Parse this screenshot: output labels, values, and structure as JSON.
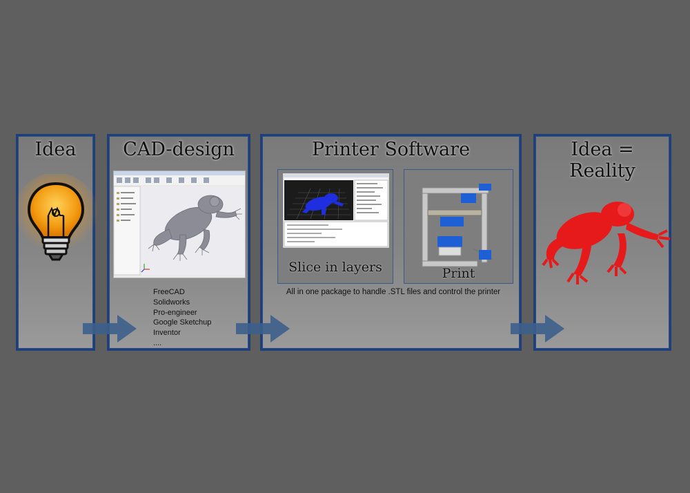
{
  "panels": {
    "idea": {
      "title": "Idea"
    },
    "cad": {
      "title": "CAD-design"
    },
    "software": {
      "title": "Printer Software"
    },
    "reality": {
      "title": "Idea = Reality"
    }
  },
  "cad_software": [
    "FreeCAD",
    "Solidworks",
    "Pro-engineer",
    "Google Sketchup",
    "Inventor",
    "...."
  ],
  "captions": {
    "slice": "Slice in layers",
    "print": "Print"
  },
  "software_note": "All in one package to handle .STL files and control the printer",
  "colors": {
    "background": "#5f5f5f",
    "panel_border": "#1e3f77",
    "arrow": "#3d5f8c",
    "bulb": "#f29a16",
    "frog_cad": "#8c8c96",
    "frog_sliced": "#1f2fe0",
    "frog_printed": "#e61a1a"
  },
  "icons": [
    "lightbulb-icon",
    "arrow-right-icon",
    "frog-model"
  ]
}
